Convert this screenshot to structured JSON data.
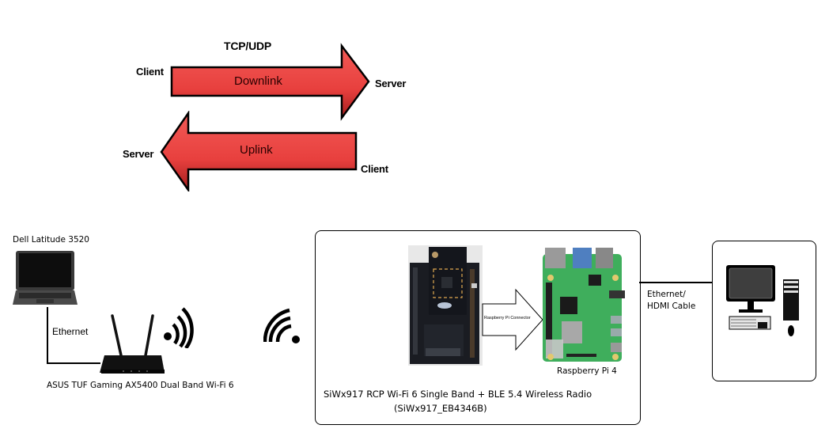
{
  "protocol": {
    "title": "TCP/UDP",
    "downlink": {
      "label": "Downlink",
      "from": "Client",
      "to": "Server"
    },
    "uplink": {
      "label": "Uplink",
      "from": "Client",
      "to": "Server"
    },
    "arrow_color": "#e8403e"
  },
  "laptop": {
    "label": "Dell Latitude 3520",
    "icon": "laptop-icon"
  },
  "link_ethernet": {
    "label": "Ethernet"
  },
  "router": {
    "label": "ASUS TUF Gaming AX5400 Dual Band Wi-Fi 6",
    "icon": "router-icon"
  },
  "wifi_signals": {
    "icon": "wifi-signal-icon"
  },
  "dut_box": {
    "radio_board": {
      "icon": "siwx917-board-icon"
    },
    "connector_arrow": {
      "label": "Raspberry Pi Connector"
    },
    "raspberry_pi": {
      "label": "Raspberry Pi 4",
      "icon": "raspberry-pi-icon"
    },
    "caption_line1": "SiWx917 RCP Wi-Fi 6 Single Band + BLE 5.4 Wireless Radio",
    "caption_line2": "(SiWx917_EB4346B)"
  },
  "link_host": {
    "label_line1": "Ethernet/",
    "label_line2": "HDMI Cable"
  },
  "host_pc": {
    "icon": "desktop-computer-icon"
  }
}
